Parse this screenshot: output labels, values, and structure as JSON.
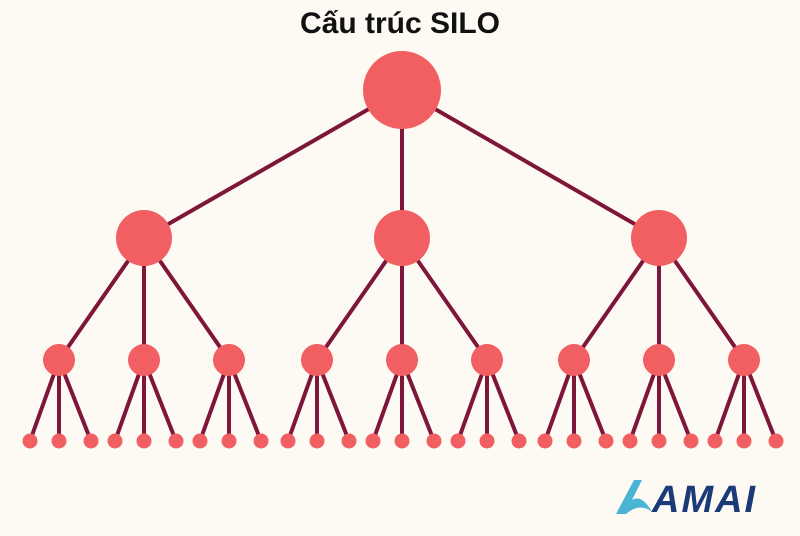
{
  "title": "Cấu trúc SILO",
  "logo": {
    "text": "AMAI",
    "color": "#1b3b78",
    "accent": "#4ab4d4"
  },
  "colors": {
    "node": "#f25f62",
    "edge": "#7d1638",
    "background": "#fdfaf4"
  },
  "tree": {
    "root": 1,
    "level1": 3,
    "level2_per_parent": 3,
    "level3_per_parent": 3
  }
}
